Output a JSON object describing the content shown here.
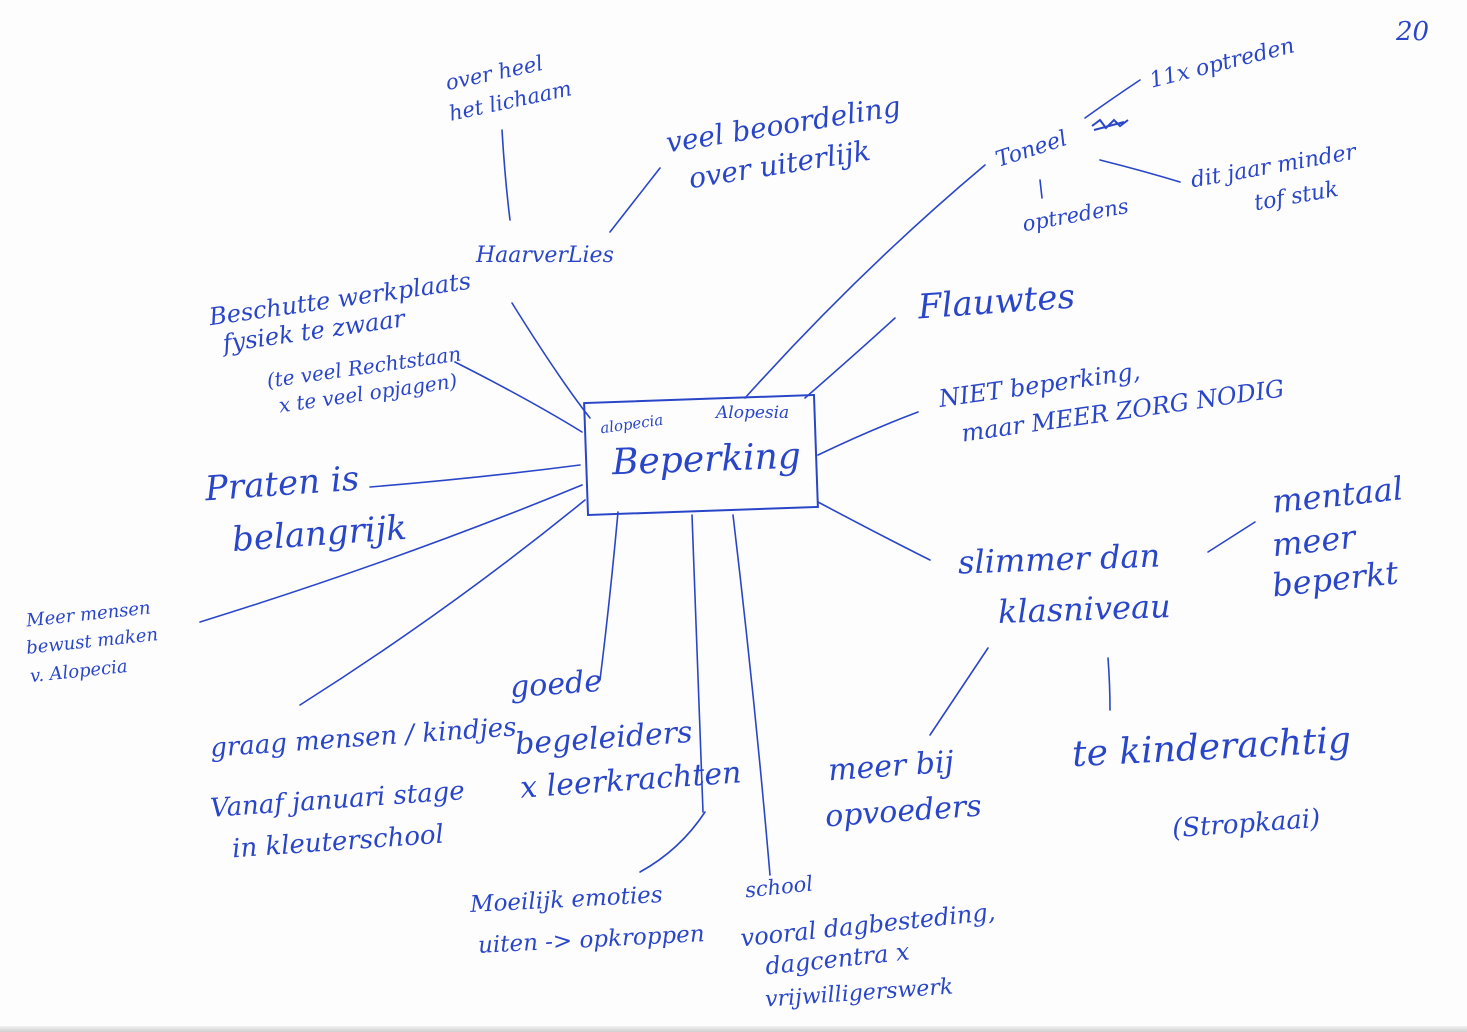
{
  "page_number": "20",
  "center": {
    "title": "Beperking",
    "note_left": "alopecia",
    "note_right": "Alopesia"
  },
  "nodes": {
    "haarverlies": "HaarverLies",
    "over_heel_1": "over heel",
    "over_heel_2": "het lichaam",
    "veel_beoordeling_1": "veel beoordeling",
    "veel_beoordeling_2": "over uiterlijk",
    "toneel": "Toneel",
    "optreden_11x": "11x optreden",
    "dit_jaar_1": "dit jaar minder",
    "dit_jaar_2": "tof stuk",
    "optredens": "optredens",
    "flauwtes": "Flauwtes",
    "niet_beperking_1": "NIET beperking,",
    "niet_beperking_2": "maar MEER ZORG NODIG",
    "slimmer_1": "slimmer dan",
    "slimmer_2": "klasniveau",
    "mentaal_1": "mentaal",
    "mentaal_2": "meer",
    "mentaal_3": "beperkt",
    "te_kinderachtig": "te kinderachtig",
    "stropkaai": "(Stropkaai)",
    "meer_bij_1": "meer bij",
    "meer_bij_2": "opvoeders",
    "school": "school",
    "vooral_1": "vooral dagbesteding,",
    "vooral_2": "dagcentra x",
    "vooral_3": "vrijwilligerswerk",
    "moeilijk_1": "Moeilijk emoties",
    "moeilijk_2": "uiten -> opkroppen",
    "goede_1": "goede",
    "goede_2": "begeleiders",
    "goede_3": "x leerkrachten",
    "graag_1": "graag mensen / kindjes",
    "graag_2": "Vanaf januari stage",
    "graag_3": "in kleuterschool",
    "meer_mensen_1": "Meer mensen",
    "meer_mensen_2": "bewust maken",
    "meer_mensen_3": "v. Alopecia",
    "praten_1": "Praten is",
    "praten_2": "belangrijk",
    "beschutte_1": "Beschutte werkplaats",
    "beschutte_2": "fysiek te zwaar",
    "beschutte_3": "(te veel Rechtstaan",
    "beschutte_4": "x te veel opjagen)"
  },
  "colors": {
    "ink": "#2a46c8",
    "paper": "#fdfdfd"
  }
}
